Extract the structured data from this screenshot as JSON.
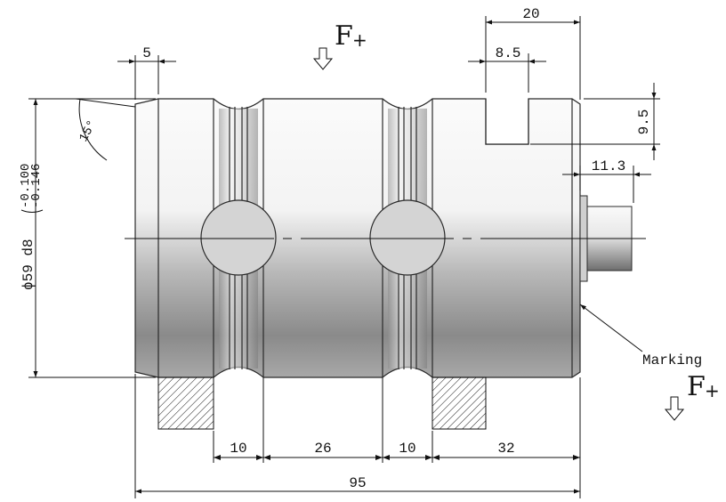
{
  "dimensions": {
    "chamfer_width": "5",
    "slot_offset": "20",
    "slot_width": "8.5",
    "slot_depth": "9.5",
    "stub_length": "11.3",
    "groove1_width": "10",
    "land_width": "26",
    "groove2_width": "10",
    "end_length": "32",
    "overall_length": "95",
    "chamfer_angle": "15°",
    "diameter_label": "ϕ59 d8",
    "tol_upper": "-0.100",
    "tol_lower": "-0.146"
  },
  "labels": {
    "force_top": "F",
    "force_top_sub": "+",
    "force_right": "F",
    "force_right_sub": "+",
    "marking": "Marking"
  },
  "colors": {
    "body_light": "#f2f2f2",
    "body_dark": "#7e7e7e",
    "ball": "#d4d4d4",
    "line": "#111111"
  }
}
